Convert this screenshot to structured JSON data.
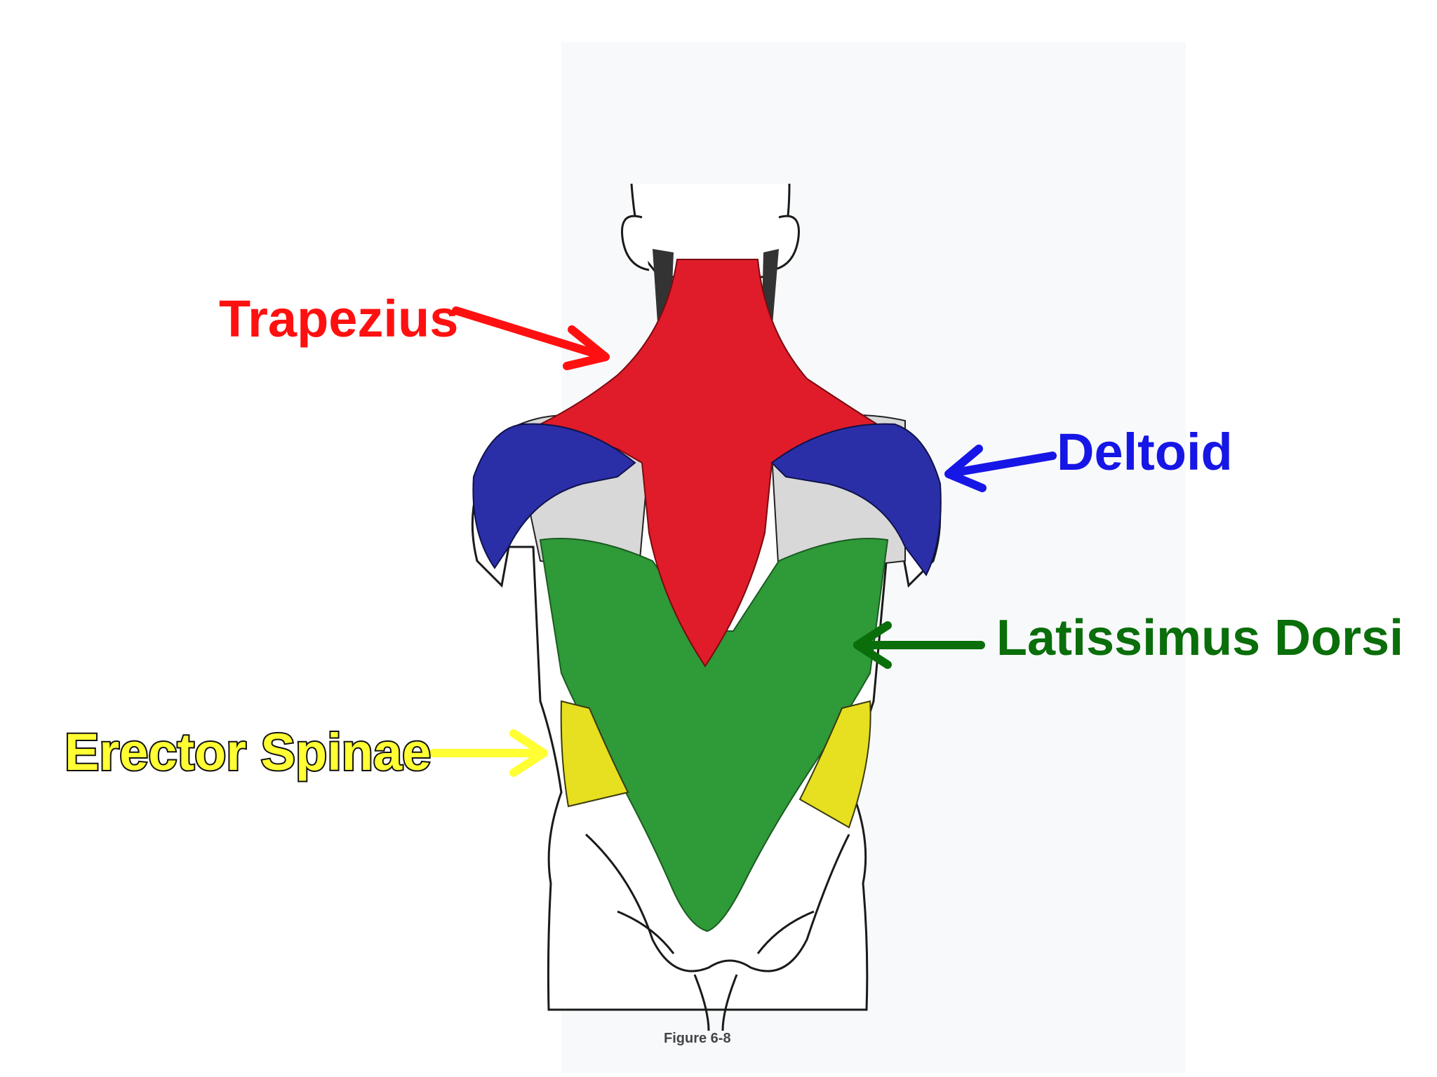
{
  "labels": {
    "trapezius": "Trapezius",
    "deltoid": "Deltoid",
    "latissimus": "Latissimus Dorsi",
    "erector": "Erector Spinae"
  },
  "caption": "Figure 6-8",
  "colors": {
    "trapezius": "#ff1010",
    "deltoid": "#1616e6",
    "latissimus": "#0a6e0a",
    "erector": "#ffff33",
    "trapezius_fill": "#e01c2a",
    "deltoid_fill": "#2a2fa8",
    "latissimus_fill": "#2e9a38",
    "erector_fill": "#e6e020"
  }
}
